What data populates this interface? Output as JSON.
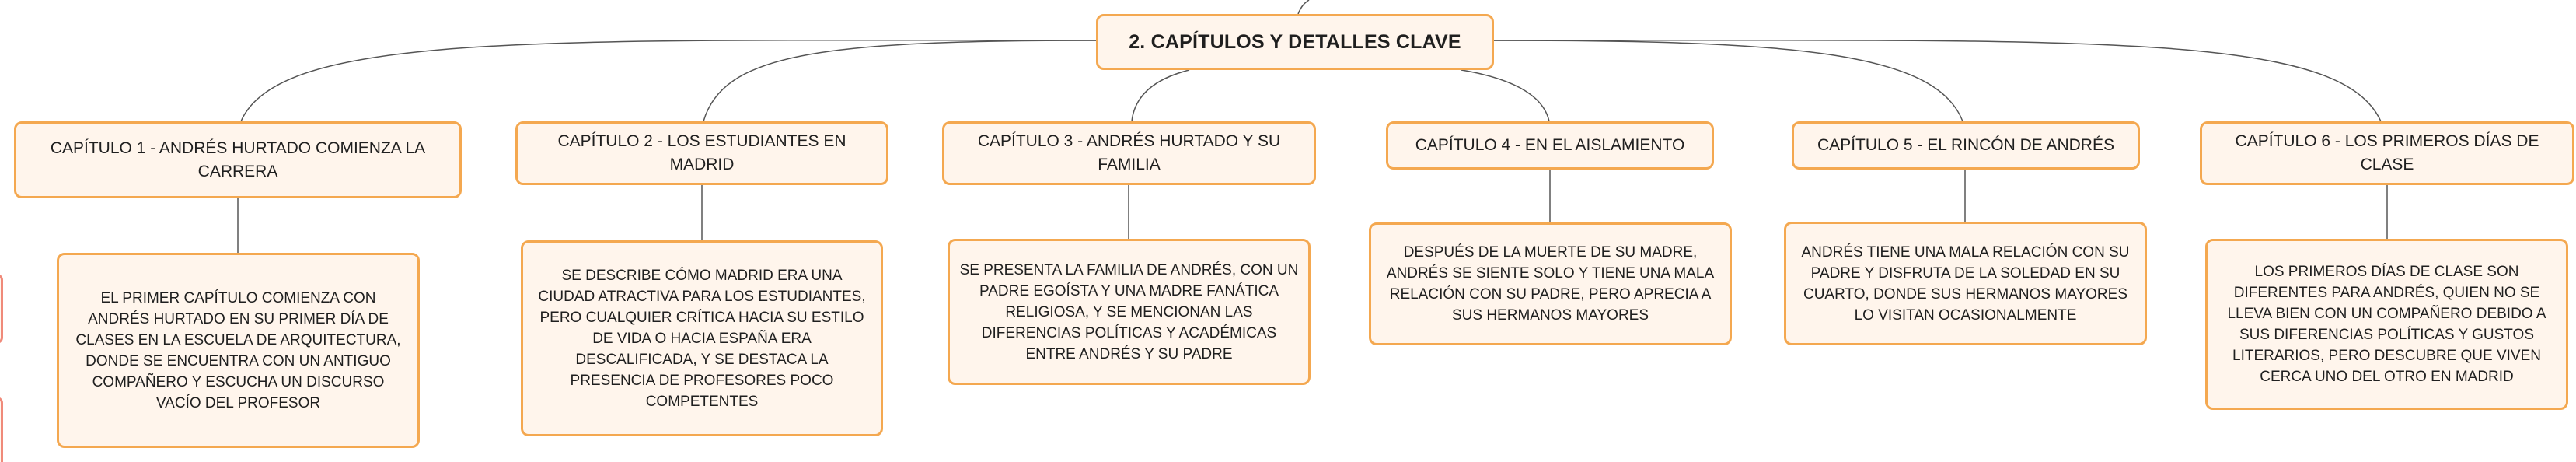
{
  "root": {
    "label": "2. CAPÍTULOS Y DETALLES CLAVE"
  },
  "chapters": [
    {
      "title": "CAPÍTULO 1 - ANDRÉS HURTADO COMIENZA LA CARRERA",
      "detail": "EL PRIMER CAPÍTULO COMIENZA CON ANDRÉS HURTADO EN SU PRIMER DÍA DE CLASES EN LA ESCUELA DE ARQUITECTURA, DONDE SE ENCUENTRA CON UN ANTIGUO COMPAÑERO Y ESCUCHA UN DISCURSO VACÍO DEL PROFESOR"
    },
    {
      "title": "CAPÍTULO 2 - LOS ESTUDIANTES EN MADRID",
      "detail": "SE DESCRIBE CÓMO MADRID ERA UNA CIUDAD ATRACTIVA PARA LOS ESTUDIANTES, PERO CUALQUIER CRÍTICA HACIA SU ESTILO DE VIDA O HACIA ESPAÑA ERA DESCALIFICADA, Y SE DESTACA LA PRESENCIA DE PROFESORES POCO COMPETENTES"
    },
    {
      "title": "CAPÍTULO 3 - ANDRÉS HURTADO Y SU FAMILIA",
      "detail": "SE PRESENTA LA FAMILIA DE ANDRÉS, CON UN PADRE EGOÍSTA Y UNA MADRE FANÁTICA RELIGIOSA, Y SE MENCIONAN LAS DIFERENCIAS POLÍTICAS Y ACADÉMICAS ENTRE ANDRÉS Y SU PADRE"
    },
    {
      "title": "CAPÍTULO 4 - EN EL AISLAMIENTO",
      "detail": "DESPUÉS DE LA MUERTE DE SU MADRE, ANDRÉS SE SIENTE SOLO Y TIENE UNA MALA RELACIÓN CON SU PADRE, PERO APRECIA A SUS HERMANOS MAYORES"
    },
    {
      "title": "CAPÍTULO 5 - EL RINCÓN DE ANDRÉS",
      "detail": "ANDRÉS TIENE UNA MALA RELACIÓN CON SU PADRE Y DISFRUTA DE LA SOLEDAD EN SU CUARTO, DONDE SUS HERMANOS MAYORES LO VISITAN OCASIONALMENTE"
    },
    {
      "title": "CAPÍTULO 6 - LOS PRIMEROS DÍAS DE CLASE",
      "detail": "LOS PRIMEROS DÍAS DE CLASE SON DIFERENTES PARA ANDRÉS, QUIEN NO SE LLEVA BIEN CON UN COMPAÑERO DEBIDO A SUS DIFERENCIAS POLÍTICAS Y GUSTOS LITERARIOS, PERO DESCUBRE QUE VIVEN CERCA UNO DEL OTRO EN MADRID"
    }
  ],
  "colors": {
    "node_fill": "#fff5ec",
    "node_border": "#f4a850",
    "link": "#555555",
    "offscreen_border": "#f08a7a"
  }
}
